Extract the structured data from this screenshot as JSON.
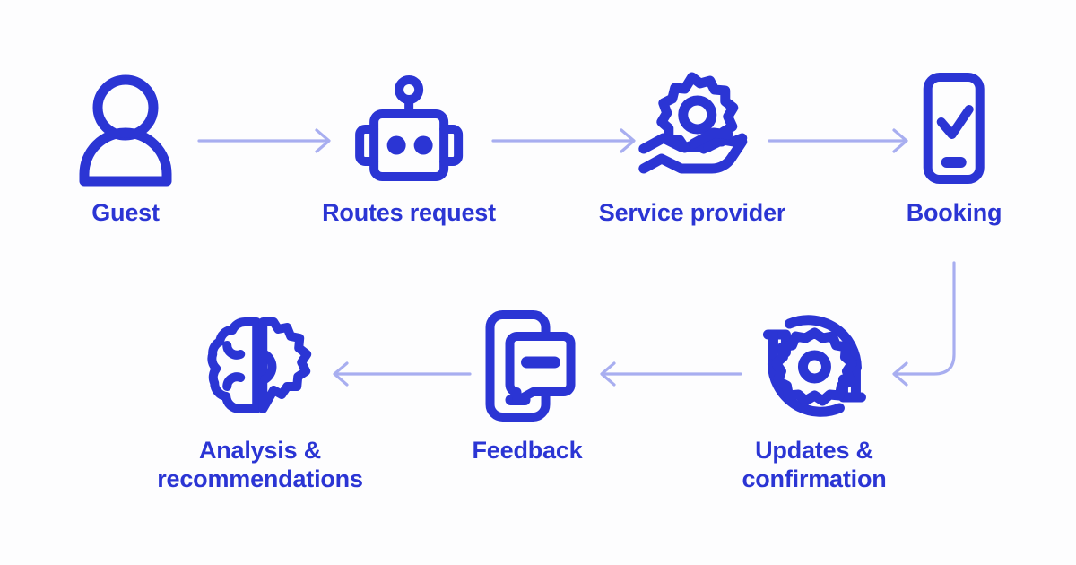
{
  "theme": {
    "background": "#fdfdfe",
    "icon_color": "#2B35D4",
    "label_color": "#2B35D4",
    "arrow_color": "#A8AEF0"
  },
  "diagram": {
    "type": "process-flow",
    "title": "",
    "direction": "serpentine",
    "steps": [
      {
        "index": 1,
        "id": "guest",
        "label": "Guest",
        "icon": "person-icon"
      },
      {
        "index": 2,
        "id": "routes",
        "label": "Routes request",
        "icon": "robot-icon"
      },
      {
        "index": 3,
        "id": "provider",
        "label": "Service provider",
        "icon": "gear-in-hand-icon"
      },
      {
        "index": 4,
        "id": "booking",
        "label": "Booking",
        "icon": "phone-check-icon"
      },
      {
        "index": 5,
        "id": "updates",
        "label": "Updates &\nconfirmation",
        "icon": "gear-refresh-icon"
      },
      {
        "index": 6,
        "id": "feedback",
        "label": "Feedback",
        "icon": "phone-message-icon"
      },
      {
        "index": 7,
        "id": "analysis",
        "label": "Analysis &\nrecommendations",
        "icon": "brain-gear-icon"
      }
    ],
    "connectors": [
      {
        "id": "guest-to-routes",
        "from": "guest",
        "to": "routes",
        "shape": "straight",
        "direction": "right"
      },
      {
        "id": "routes-to-provider",
        "from": "routes",
        "to": "provider",
        "shape": "straight",
        "direction": "right"
      },
      {
        "id": "provider-to-booking",
        "from": "provider",
        "to": "booking",
        "shape": "straight",
        "direction": "right"
      },
      {
        "id": "booking-to-updates",
        "from": "booking",
        "to": "updates",
        "shape": "elbow",
        "direction": "down-left"
      },
      {
        "id": "updates-to-feedback",
        "from": "updates",
        "to": "feedback",
        "shape": "straight",
        "direction": "left"
      },
      {
        "id": "feedback-to-analysis",
        "from": "feedback",
        "to": "analysis",
        "shape": "straight",
        "direction": "left"
      }
    ]
  }
}
